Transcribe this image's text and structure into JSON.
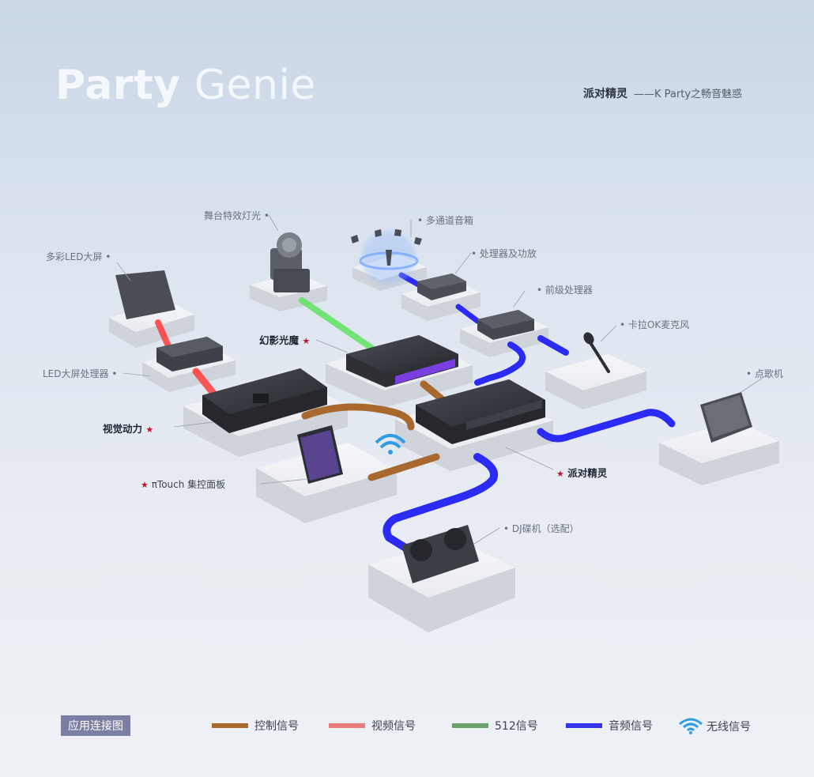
{
  "header": {
    "brand_bold": "Party",
    "brand_light": "Genie",
    "tagline_bold": "派对精灵",
    "tagline_rest": "——K Party之畅音魅惑"
  },
  "labels": {
    "stage_light": "舞台特效灯光",
    "speakers": "多通道音箱",
    "led_screen": "多彩LED大屏",
    "amp": "处理器及功放",
    "preamp": "前级处理器",
    "phantom": "幻影光魔",
    "mic": "卡拉OK麦克风",
    "led_proc": "LED大屏处理器",
    "jukebox": "点歌机",
    "visual": "视觉动力",
    "party": "派对精灵",
    "touch": "πTouch 集控面板",
    "dj": "DJ碟机（选配）"
  },
  "legend": {
    "title": "应用连接图",
    "items": [
      {
        "label": "控制信号",
        "color": "#a8682e"
      },
      {
        "label": "视频信号",
        "color": "#e97c7c"
      },
      {
        "label": "512信号",
        "color": "#6aa069"
      },
      {
        "label": "音频信号",
        "color": "#3434f0"
      },
      {
        "label": "无线信号",
        "color": "#2f9de3"
      }
    ]
  },
  "colors": {
    "control": "#a8682e",
    "video": "#ff3b3b",
    "dmx": "#5fe35f",
    "audio": "#2b2bf5",
    "wireless": "#2f9de3"
  }
}
